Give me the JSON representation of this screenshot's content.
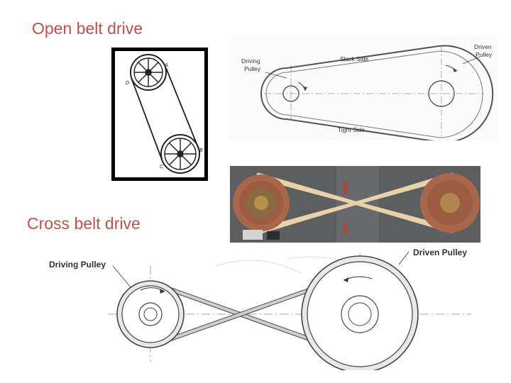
{
  "headings": {
    "open": "Open belt drive",
    "cross": "Cross belt drive"
  },
  "open_sketch": {
    "labels": {
      "a": "A",
      "b": "B",
      "c": "C",
      "d": "D"
    }
  },
  "open_diagram": {
    "driving_pulley": "Driving\nPulley",
    "driven_pulley": "Driven\nPulley",
    "slack_side": "Slack Side",
    "tight_side": "Tight Side"
  },
  "cross_diagram": {
    "driving_pulley": "Driving Pulley",
    "driven_pulley": "Driven Pulley"
  },
  "colors": {
    "heading": "#c0504d",
    "pulley_wood": "#a9674a",
    "belt_tan": "#e6d3a8",
    "photo_bg": "#5d5e60"
  }
}
